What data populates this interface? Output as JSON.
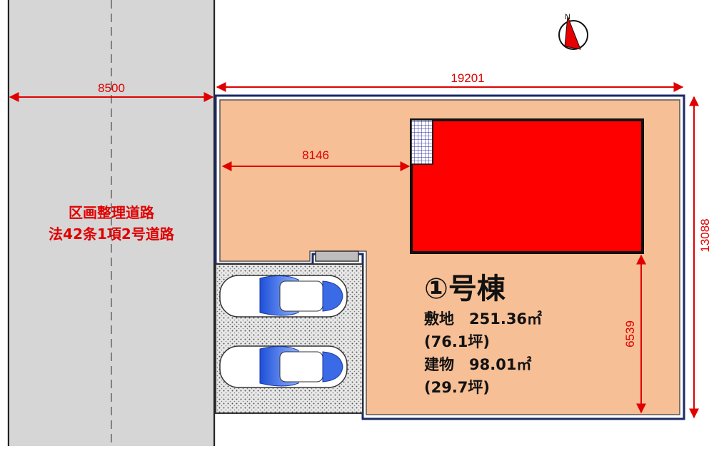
{
  "road": {
    "line1": "区画整理道路",
    "line2": "法42条1項2号道路"
  },
  "dimensions": {
    "road_width": "8500",
    "lot_width": "19201",
    "setback": "8146",
    "lot_depth": "13088",
    "rear_distance": "6539"
  },
  "house": {
    "title": "①号棟",
    "site_area": "敷地　251.36㎡",
    "site_tsubo": "(76.1坪)",
    "building_area": "建物　98.01㎡",
    "building_tsubo": "(29.7坪)"
  },
  "compass": {
    "north_label": "N"
  },
  "colors": {
    "lot_fill": "#f6bf96",
    "building_fill": "#ff0000",
    "road_fill": "#d6d6d6",
    "dimension": "#e00000",
    "boundary": "#1a2a66"
  }
}
